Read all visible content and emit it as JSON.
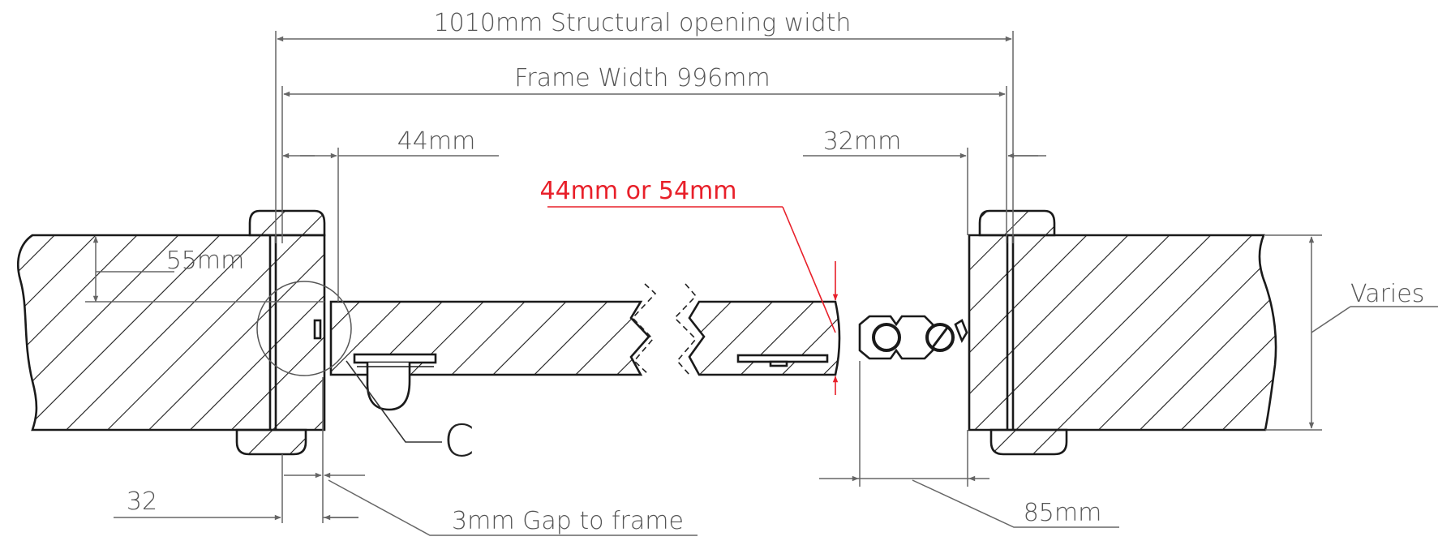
{
  "dimensions": {
    "structural_opening": "1010mm Structural opening width",
    "frame_width": "Frame Width 996mm",
    "left_rebate": "44mm",
    "right_rebate": "32mm",
    "door_thickness": "44mm or 54mm",
    "frame_depth": "55mm",
    "varies": "Varies",
    "bottom_left": "32",
    "gap": "3mm Gap to frame",
    "hinge_offset": "85mm"
  },
  "callouts": {
    "detail_c": "C"
  },
  "colors": {
    "outline": "#1a1a1a",
    "dimension": "#666666",
    "highlight": "#e8202a"
  }
}
